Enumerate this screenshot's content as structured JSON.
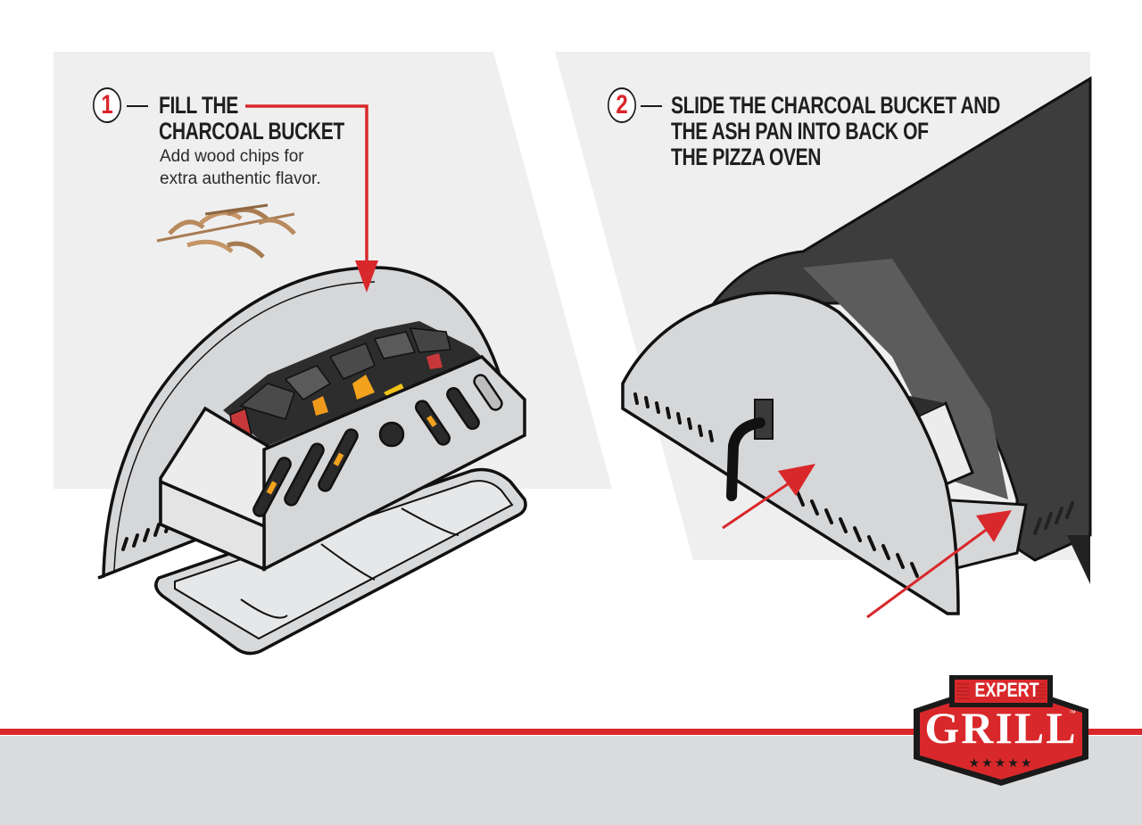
{
  "colors": {
    "accent_red": "#d9282b",
    "panel_gray": "#efefef",
    "footer_gray": "#dadbdd",
    "oven_dark": "#3d3d3d",
    "steel": "#d6d7d9",
    "text_dark": "#1f1f1f"
  },
  "steps": [
    {
      "number": "1",
      "title_line1": "FILL THE",
      "title_line2": "CHARCOAL BUCKET",
      "description_line1": "Add wood chips for",
      "description_line2": "extra authentic flavor.",
      "illustration": "charcoal-bucket-with-ash-pan",
      "icons": [
        "wood-chips-icon",
        "down-arrow-icon"
      ]
    },
    {
      "number": "2",
      "title_line1": "SLIDE THE CHARCOAL BUCKET AND",
      "title_line2": "THE ASH PAN INTO BACK OF",
      "title_line3": "THE PIZZA OVEN",
      "illustration": "bucket-inserted-into-pizza-oven",
      "icons": [
        "insert-arrow-icon",
        "insert-arrow-icon"
      ]
    }
  ],
  "logo": {
    "top_text": "EXPERT",
    "main_text": "GRILL",
    "trademark": "™",
    "stars": "★★★★★"
  }
}
